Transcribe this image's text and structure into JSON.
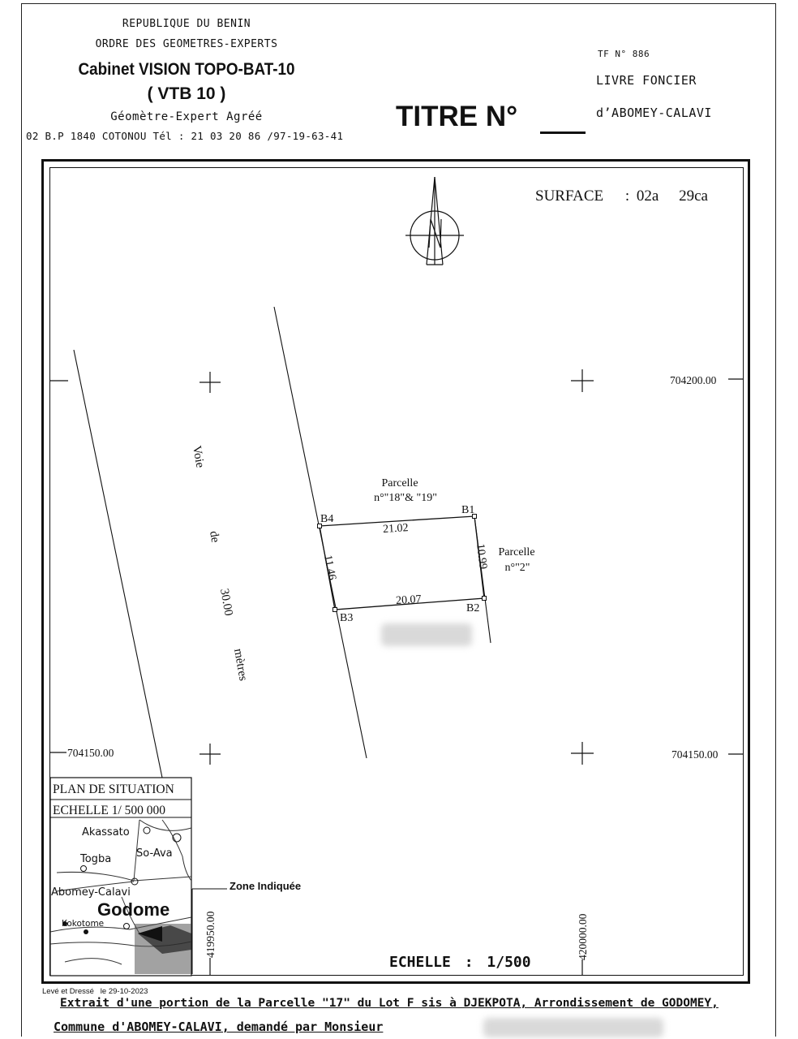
{
  "header_left": {
    "line1": "REPUBLIQUE DU BENIN",
    "line2": "ORDRE DES GEOMETRES-EXPERTS",
    "cabinet": "Cabinet VISION TOPO-BAT-10",
    "short": "( VTB 10 )",
    "qualification": "Géomètre-Expert Agréé",
    "address": "02 B.P 1840 COTONOU Tél : 21 03 20 86 /97-19-63-41"
  },
  "title": {
    "label": "TITRE N°"
  },
  "header_right": {
    "tf": "TF N° 886",
    "livre": "LIVRE FONCIER",
    "commune": "d’ABOMEY-CALAVI"
  },
  "surface": {
    "label": "SURFACE",
    "sep": ":",
    "ares": "02a",
    "centiares": "29ca"
  },
  "grid": {
    "north_right": "704200.00",
    "south_left": "704150.00",
    "south_right": "704150.00",
    "east_left": "419950.00",
    "east_right": "420000.00"
  },
  "road": {
    "w1": "Voie",
    "w2": "de",
    "w3": "30.00",
    "w4": "mètres"
  },
  "parcel": {
    "points": {
      "b1": "B1",
      "b2": "B2",
      "b3": "B3",
      "b4": "B4"
    },
    "dims": {
      "top": "21.02",
      "bottom": "20.07",
      "left": "11.46",
      "right": "10.99"
    },
    "north_neighbor_l1": "Parcelle",
    "north_neighbor_l2": "n°\"18\"& \"19\"",
    "east_neighbor_l1": "Parcelle",
    "east_neighbor_l2": "n°\"2\""
  },
  "situation": {
    "title": "PLAN DE SITUATION",
    "scale": "ECHELLE 1/ 500 000",
    "places": [
      "Akassato",
      "Togba",
      "So-Ava",
      "Abomey-Calavi",
      "Godome",
      "Kokotome"
    ],
    "zone": "Zone Indiquée"
  },
  "scale": {
    "label": "ECHELLE",
    "sep": ":",
    "value": "1/500"
  },
  "footer": {
    "leve": "Levé et Dressé   le 29-10-2023",
    "line1": "Extrait d'une portion de la Parcelle \"17\" du Lot F sis à DJEKPOTA, Arrondissement de GODOMEY,",
    "line2": "Commune d'ABOMEY-CALAVI, demandé par Monsieur"
  }
}
